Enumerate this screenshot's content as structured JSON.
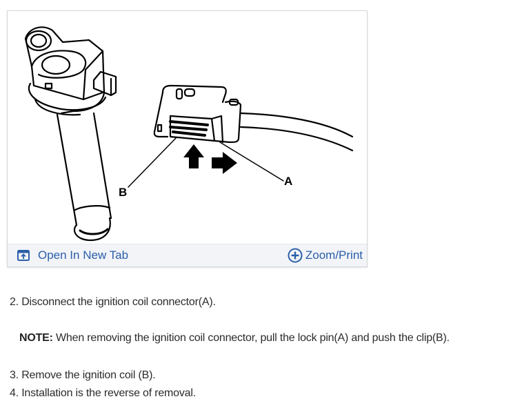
{
  "figure": {
    "callouts": {
      "a": "A",
      "b": "B"
    },
    "toolbar": {
      "open_new_tab_label": "Open In New Tab",
      "open_new_tab_icon": "open-new-tab-icon",
      "zoom_print_label": "Zoom/Print",
      "zoom_print_icon": "plus-circle-icon"
    }
  },
  "steps": [
    {
      "text": "2. Disconnect the ignition coil connector(A)."
    },
    {
      "text": "3. Remove the ignition coil (B)."
    },
    {
      "text": "4. Installation is the reverse of removal."
    }
  ],
  "note": {
    "label": "NOTE:",
    "text": " When removing the ignition coil connector, pull the lock pin(A) and push the clip(B)."
  },
  "colors": {
    "link": "#2a5ea8",
    "toolbar_bg": "#f2f4f8",
    "text": "#2b2b2b"
  }
}
